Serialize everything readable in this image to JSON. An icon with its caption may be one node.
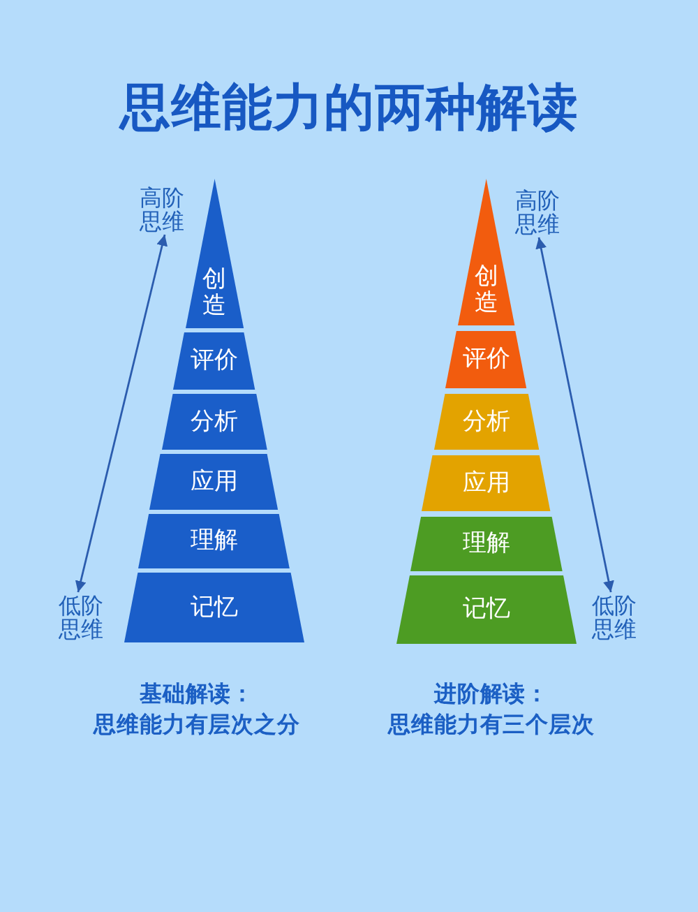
{
  "diagram": {
    "title": "思维能力的两种解读",
    "nodes": [
      {
        "text": [
          "高阶思维"
        ]
      },
      {
        "text": [
          "创造"
        ]
      },
      {
        "text": [
          "评价"
        ]
      },
      {
        "text": [
          "分析"
        ]
      },
      {
        "text": [
          "应用"
        ]
      },
      {
        "text": [
          "理解"
        ]
      },
      {
        "text": [
          "记忆"
        ]
      },
      {
        "text": [
          "低阶思维"
        ]
      },
      {
        "text": [
          "创造"
        ]
      },
      {
        "text": [
          "评价"
        ]
      },
      {
        "text": [
          "分析"
        ]
      },
      {
        "text": [
          "应用"
        ]
      },
      {
        "text": [
          "理解"
        ]
      },
      {
        "text": [
          "记忆"
        ]
      },
      {
        "text": [
          "高阶思维"
        ]
      },
      {
        "text": [
          "低阶思维"
        ]
      }
    ],
    "edges": [
      {
        "from": 7,
        "to": 0,
        "arrow": "both"
      },
      {
        "from": 15,
        "to": 14,
        "arrow": "both"
      }
    ],
    "labels": [
      "基础解读：",
      "思维能力有层次之分",
      "进阶解读：",
      "思维能力有三个层次"
    ]
  }
}
